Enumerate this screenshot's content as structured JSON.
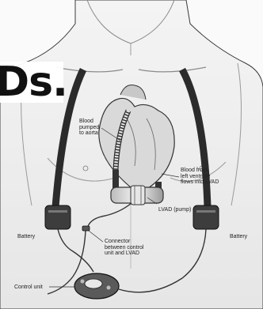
{
  "heading_fragment": "Ds.",
  "labels": {
    "blood_pumped": "Blood\npumped\nto aorta",
    "blood_from": "Blood from\nleft ventricle\nflows into LVAD",
    "lvad": "LVAD (pump)",
    "battery_left": "Battery",
    "battery_right": "Battery",
    "connector": "Connector\nbetween control\nunit and LVAD",
    "control_unit": "Control unit"
  },
  "colors": {
    "background": "#fafafa",
    "skin_fill": "#f1f1f1",
    "skin_stroke": "#3a3a3a",
    "strap": "#2b2b2b",
    "device": "#555555",
    "text": "#222222"
  }
}
